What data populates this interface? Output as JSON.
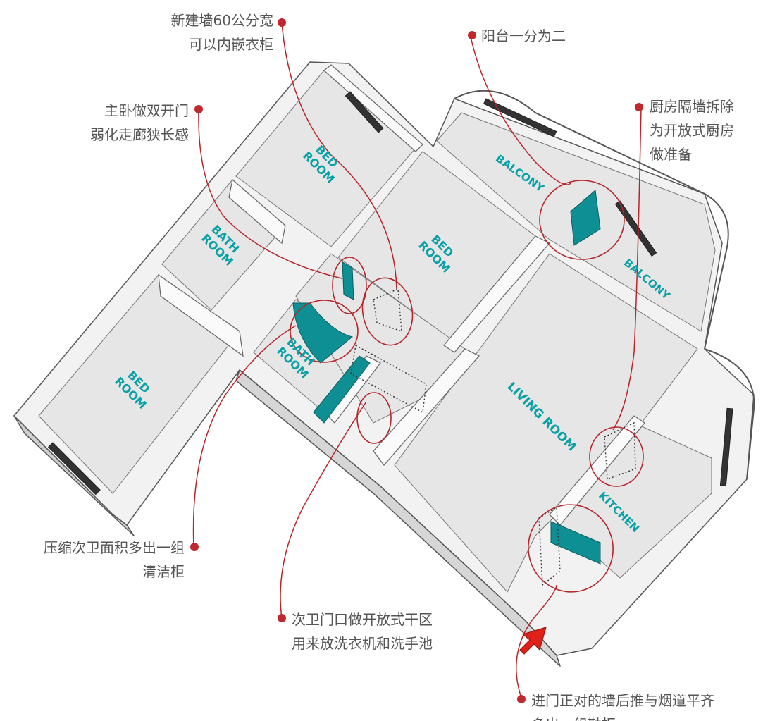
{
  "colors": {
    "wall": "#f2f2f2",
    "floor": "#e6e6e6",
    "wall_shade": "#bdbdbd",
    "accent_teal": "#0e8f94",
    "label_teal": "#0aa1a6",
    "callout_red": "#b5262b",
    "arrow_red": "#e0201a",
    "note_text": "#555555"
  },
  "rooms": {
    "bed_room_top": "BED\nROOM",
    "bed_room_mid": "BED\nROOM",
    "bed_room_left": "BED\nROOM",
    "bath_room_top": "BATH\nROOM",
    "bath_room_mid": "BATH\nROOM",
    "balcony_left": "BALCONY",
    "balcony_right": "BALCONY",
    "living_room": "LIVING ROOM",
    "kitchen": "KITCHEN"
  },
  "annotations": {
    "new_wall": [
      "新建墙60公分宽",
      "可以内嵌衣柜"
    ],
    "balcony_split": [
      "阳台一分为二"
    ],
    "master_door": [
      "主卧做双开门",
      "弱化走廊狭长感"
    ],
    "kitchen_wall": [
      "厨房隔墙拆除",
      "为开放式厨房",
      "做准备"
    ],
    "bath_cabinet": [
      "压缩次卫面积多出一组",
      "清洁柜"
    ],
    "dry_zone": [
      "次卫门口做开放式干区",
      "用来放洗衣机和洗手池"
    ],
    "entry_wall": [
      "进门正对的墙后推与烟道平齐",
      "多出一组鞋柜"
    ]
  },
  "icons": {
    "entry_arrow": "entry-arrow-icon"
  }
}
